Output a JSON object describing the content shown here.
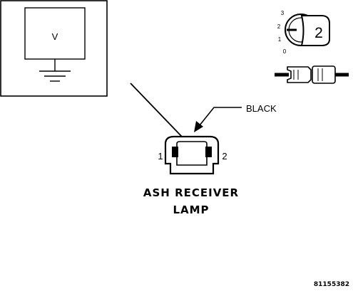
{
  "meter": {
    "symbol": "V"
  },
  "ignition": {
    "positions": [
      "3",
      "2",
      "1",
      "0"
    ],
    "key_number": "2"
  },
  "connector": {
    "wire_color": "BLACK",
    "pin_left": "1",
    "pin_right": "2"
  },
  "component": {
    "name_line1": "ASH RECEIVER",
    "name_line2": "LAMP"
  },
  "figure_id": "81155382"
}
